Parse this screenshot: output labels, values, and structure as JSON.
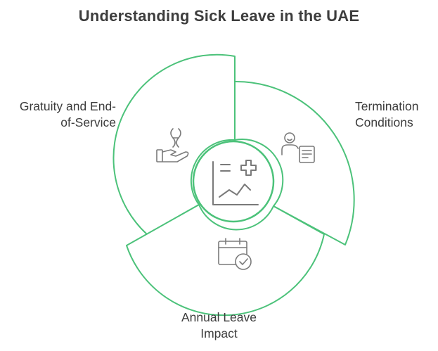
{
  "title": "Understanding Sick Leave in the UAE",
  "segments": {
    "left": {
      "line1": "Gratuity and End-",
      "line2": "of-Service",
      "icon": "hand-receiving-money-icon"
    },
    "right": {
      "line1": "Termination",
      "line2": "Conditions",
      "icon": "person-with-document-icon"
    },
    "bottom": {
      "line1": "Annual Leave",
      "line2": "Impact",
      "icon": "calendar-check-icon"
    }
  },
  "center_icon": "chart-with-medical-cross-icon",
  "colors": {
    "ring": "#4cc27a",
    "icon": "#7a7a7a",
    "text": "#3c3c3c"
  }
}
